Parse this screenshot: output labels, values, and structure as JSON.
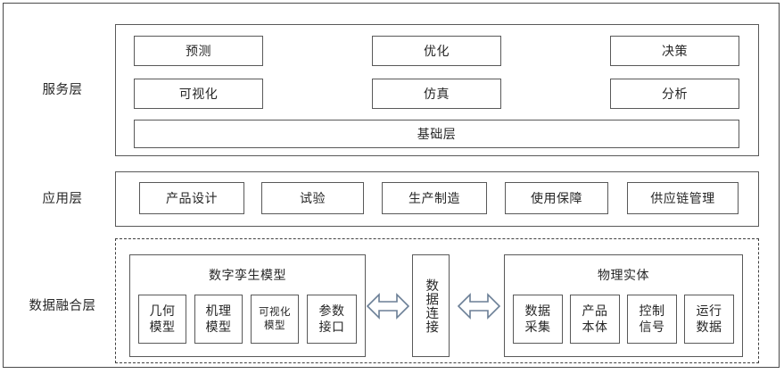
{
  "diagram": {
    "title_rows": {
      "service": "服务层",
      "application": "应用层",
      "fusion": "数据融合层"
    },
    "service_layer": {
      "row1": [
        "预测",
        "优化",
        "决策"
      ],
      "row2": [
        "可视化",
        "仿真",
        "分析"
      ],
      "base": "基础层"
    },
    "application_layer": {
      "items": [
        "产品设计",
        "试验",
        "生产制造",
        "使用保障",
        "供应链管理"
      ]
    },
    "fusion_layer": {
      "twin_group": {
        "title": "数字孪生模型",
        "items": [
          "几何\n模型",
          "机理\n模型",
          "可视化\n模型",
          "参数\n接口"
        ]
      },
      "connector": {
        "label": "数据连接",
        "arrow_left_name": "bidirectional-arrow",
        "arrow_right_name": "bidirectional-arrow"
      },
      "physical_group": {
        "title": "物理实体",
        "items": [
          "数据\n采集",
          "产品\n本体",
          "控制\n信号",
          "运行\n数据"
        ]
      }
    },
    "colors": {
      "frame": "#4a4a4a",
      "box_border": "#595959",
      "text": "#262626",
      "arrow": "#6b7f96",
      "background": "#ffffff"
    }
  }
}
